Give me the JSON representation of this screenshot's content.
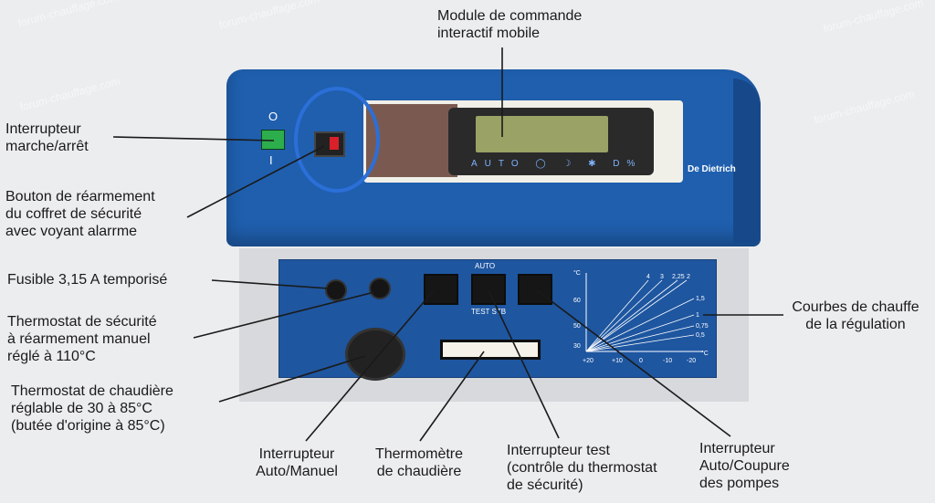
{
  "watermark": "forum-chauffage.com",
  "labels": {
    "module": "Module de commande\ninteractif mobile",
    "interrupteur_marche": "Interrupteur\nmarche/arrêt",
    "bouton_rearmement": "Bouton de réarmement\ndu coffret de sécurité\navec voyant alarrme",
    "fusible": "Fusible 3,15 A temporisé",
    "thermostat_securite": "Thermostat de sécurité\nà réarmement manuel\nréglé à 110°C",
    "thermostat_chaudiere": "Thermostat de chaudière\nréglable de 30 à 85°C\n(butée d'origine à 85°C)",
    "interrupteur_auto_manuel": "Interrupteur\nAuto/Manuel",
    "thermometre": "Thermomètre\nde chaudière",
    "interrupteur_test": "Interrupteur test\n(contrôle du thermostat\nde sécurité)",
    "interrupteur_pompes": "Interrupteur\nAuto/Coupure\ndes pompes",
    "courbes": "Courbes de chauffe\nde la régulation"
  },
  "device": {
    "brand": "De Dietrich",
    "modes": "AUTO ◯ ☽ ✱ D%",
    "auto_label": "AUTO",
    "test_label": "TEST STB",
    "switch_on": "I",
    "switch_off": "O"
  },
  "graph": {
    "top_labels": [
      "4",
      "3",
      "2,25",
      "2"
    ],
    "side_labels": [
      "1,5",
      "1",
      "0,75",
      "0,5"
    ],
    "y_labels": [
      "°C",
      "60",
      "50",
      "30"
    ],
    "x_labels": [
      "+20",
      "+10",
      "0",
      "-10",
      "-20"
    ],
    "x_unit": "°C"
  }
}
